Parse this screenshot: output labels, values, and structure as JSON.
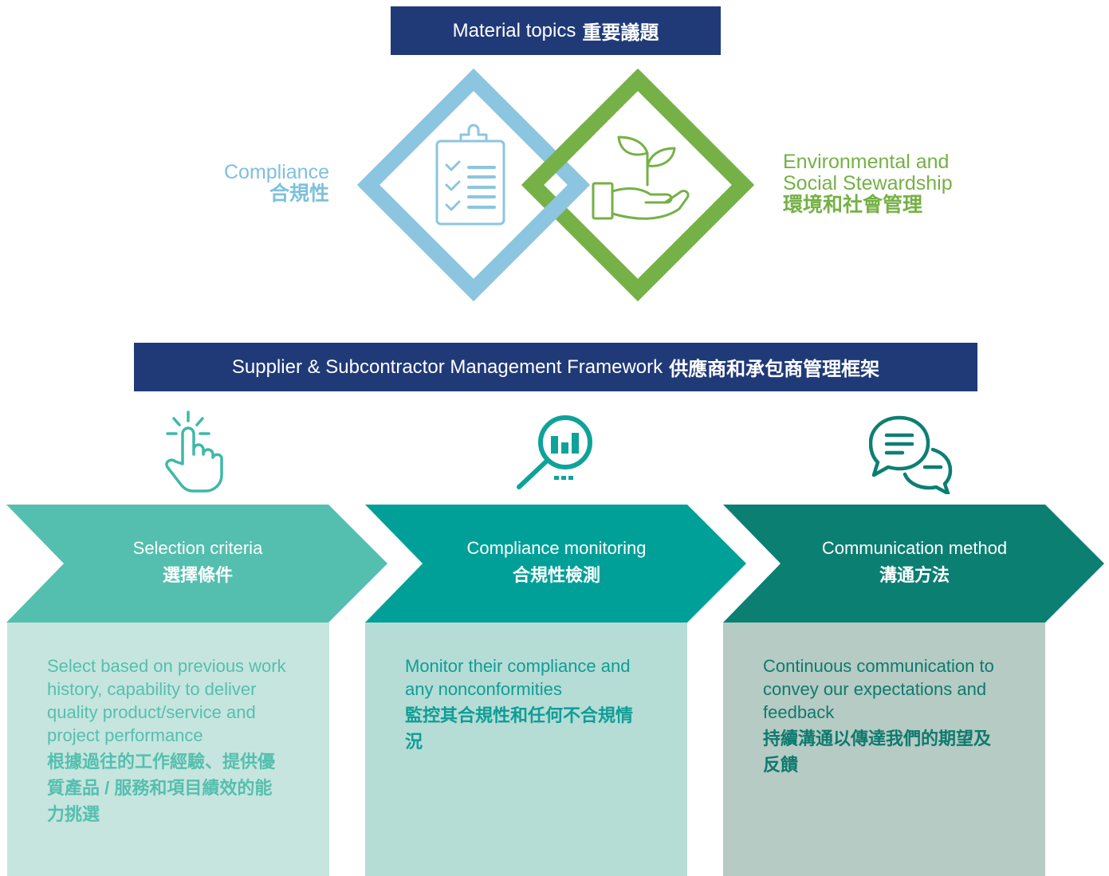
{
  "top_banner": {
    "en": "Material topics",
    "zh": "重要議題"
  },
  "compliance": {
    "en": "Compliance",
    "zh": "合規性"
  },
  "environmental": {
    "en_line1": "Environmental and",
    "en_line2": "Social Stewardship",
    "zh": "環境和社會管理"
  },
  "framework_banner": {
    "en": "Supplier & Subcontractor Management Framework",
    "zh": "供應商和承包商管理框架"
  },
  "steps": [
    {
      "title_en": "Selection criteria",
      "title_zh": "選擇條件",
      "desc_en": "Select based on previous work history, capability to deliver quality product/service and project performance",
      "desc_zh": "根據過往的工作經驗、提供優質產品 / 服務和項目績效的能力挑選",
      "icon": "hand-pointer-icon"
    },
    {
      "title_en": "Compliance monitoring",
      "title_zh": "合規性檢測",
      "desc_en": "Monitor their compliance and any nonconformities",
      "desc_zh": "監控其合規性和任何不合規情況",
      "icon": "magnifier-chart-icon"
    },
    {
      "title_en": "Communication method",
      "title_zh": "溝通方法",
      "desc_en": "Continuous communication to convey our expectations and feedback",
      "desc_zh": "持續溝通以傳達我們的期望及反饋",
      "icon": "chat-bubbles-icon"
    }
  ],
  "colors": {
    "navy": "#203a78",
    "compliance_blue": "#8cc5e0",
    "env_green": "#75b146",
    "step1": "#54bfae",
    "step2": "#00a098",
    "step3": "#0c7f73"
  }
}
